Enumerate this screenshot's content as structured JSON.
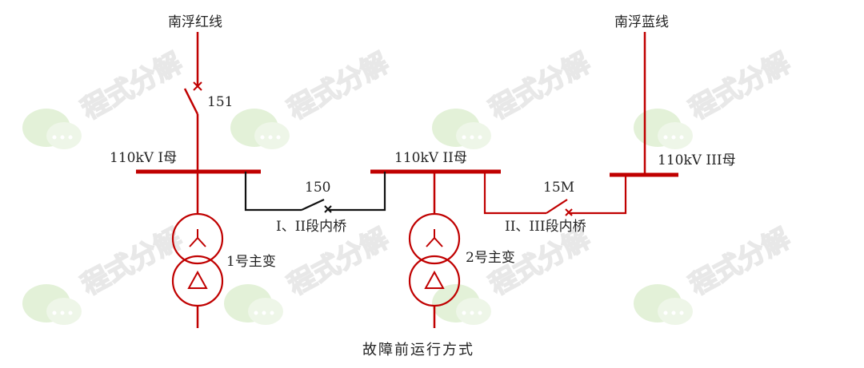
{
  "lines": {
    "red_line": "南浮红线",
    "blue_line": "南浮蓝线"
  },
  "buses": {
    "bus_1": "110kV I母",
    "bus_2": "110kV II母",
    "bus_3": "110kV III母"
  },
  "breakers": {
    "b151": "151",
    "b150": "150",
    "b15m": "15M"
  },
  "bridges": {
    "bridge_1_2": "I、II段内桥",
    "bridge_2_3": "II、III段内桥"
  },
  "transformers": {
    "t1": "1号主变",
    "t2": "2号主变"
  },
  "caption": "故障前运行方式",
  "watermark": "程式分解",
  "colors": {
    "energized": "#c00000",
    "deenergized": "#111111"
  }
}
